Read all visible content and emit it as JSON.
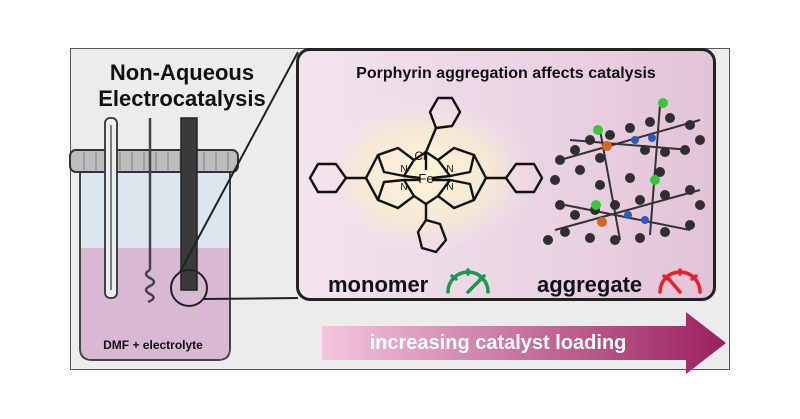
{
  "left_title_line1": "Non-Aqueous",
  "left_title_line2": "Electrocatalysis",
  "solvent_label": "DMF + electrolyte",
  "panel_title": "Porphyrin aggregation affects catalysis",
  "monomer_label": "monomer",
  "aggregate_label": "aggregate",
  "arrow_label": "increasing catalyst loading",
  "atom_cl": "Cl",
  "atom_fe": "Fe",
  "atom_n": "N",
  "colors": {
    "monomer_gauge": "#1a9a4a",
    "aggregate_gauge": "#e8202a",
    "arrow_start": "#f3c6de",
    "arrow_end": "#9b1f5e",
    "solution": "#d9b8d3"
  }
}
